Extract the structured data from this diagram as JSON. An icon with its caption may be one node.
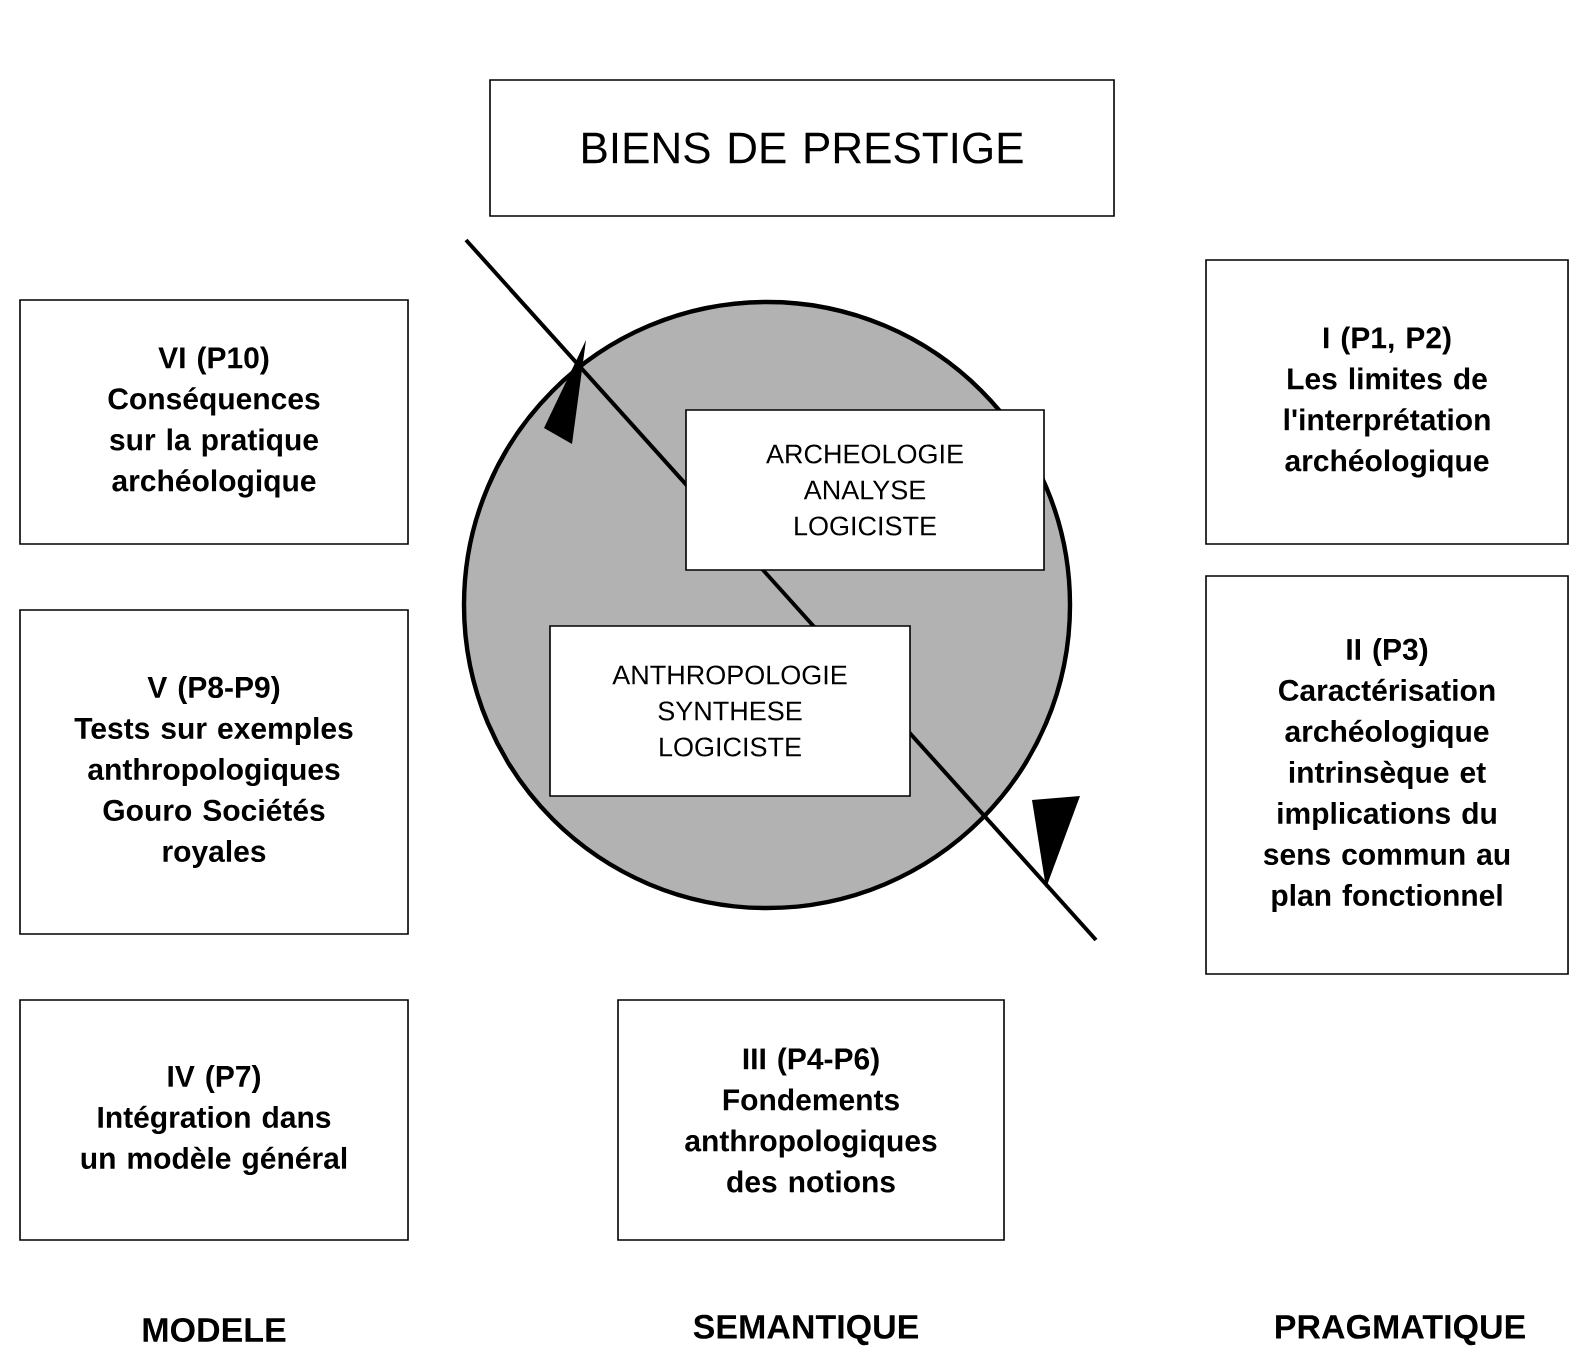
{
  "diagram": {
    "nodes": [
      {
        "text": [
          "BIENS DE PRESTIGE"
        ]
      },
      {
        "text": [
          "VI (P10)",
          "Conséquences sur la pratique archéologique"
        ]
      },
      {
        "text": [
          "V (P8-P9)",
          "Tests sur exemples anthropologiques Gouro Sociétés royales"
        ]
      },
      {
        "text": [
          "IV (P7)",
          "Intégration dans un modèle général"
        ]
      },
      {
        "text": [],
        "shape": "circle"
      },
      {
        "text": [
          "ARCHEOLOGIE ANALYSE LOGICISTE"
        ],
        "in": 4
      },
      {
        "text": [
          "ANTHROPOLOGIE SYNTHESE LOGICISTE"
        ],
        "in": 4
      },
      {
        "text": [
          "III (P4-P6)",
          "Fondements anthropologiques des notions"
        ]
      },
      {
        "text": [
          "I (P1, P2)",
          "Les limites de l'interprétation archéologique"
        ]
      },
      {
        "text": [
          "II (P3)",
          "Caractérisation archéologique intrinsèque et implications du sens commun au plan fonctionnel"
        ]
      }
    ],
    "labels": [
      "MODELE",
      "SEMANTIQUE",
      "PRAGMATIQUE"
    ]
  }
}
